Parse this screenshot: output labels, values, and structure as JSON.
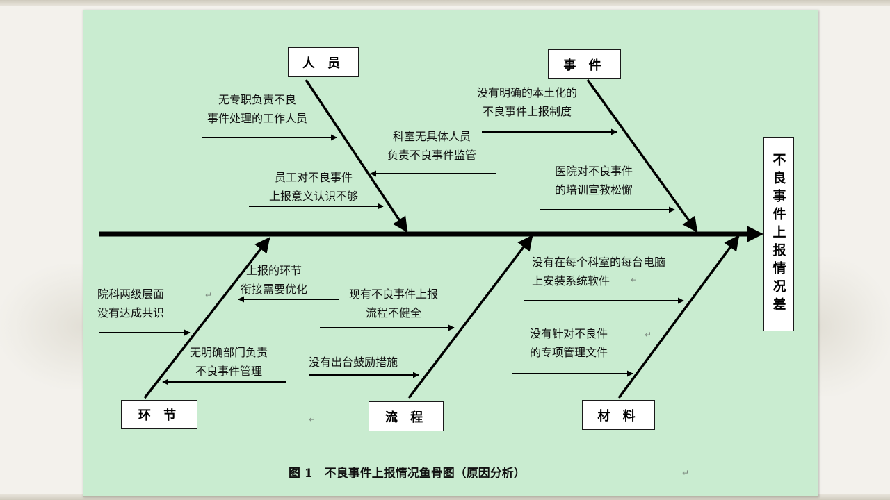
{
  "effect": "不良事件上报情况差",
  "categories": {
    "people": "人 员",
    "events": "事 件",
    "process_link": "环 节",
    "flow": "流 程",
    "material": "材 料"
  },
  "causes": {
    "people_1": [
      "无专职负责不良",
      "事件处理的工作人员"
    ],
    "people_2": [
      "科室无具体人员",
      "负责不良事件监管"
    ],
    "people_3": [
      "员工对不良事件",
      "上报意义认识不够"
    ],
    "events_1": [
      "没有明确的本土化的",
      "不良事件上报制度"
    ],
    "events_2": [
      "医院对不良事件",
      "的培训宣教松懈"
    ],
    "link_1": [
      "院科两级层面",
      "没有达成共识"
    ],
    "link_2": [
      "上报的环节",
      "衔接需要优化"
    ],
    "link_3": [
      "无明确部门负责",
      "不良事件管理"
    ],
    "flow_1": [
      "现有不良事件上报",
      "流程不健全"
    ],
    "flow_2": [
      "没有出台鼓励措施"
    ],
    "material_1": [
      "没有在每个科室的每台电脑",
      "上安装系统软件"
    ],
    "material_2": [
      "没有针对不良件",
      "的专项管理文件"
    ]
  },
  "paragraph_mark": "↵",
  "caption": "图 1　不良事件上报情况鱼骨图（原因分析）"
}
